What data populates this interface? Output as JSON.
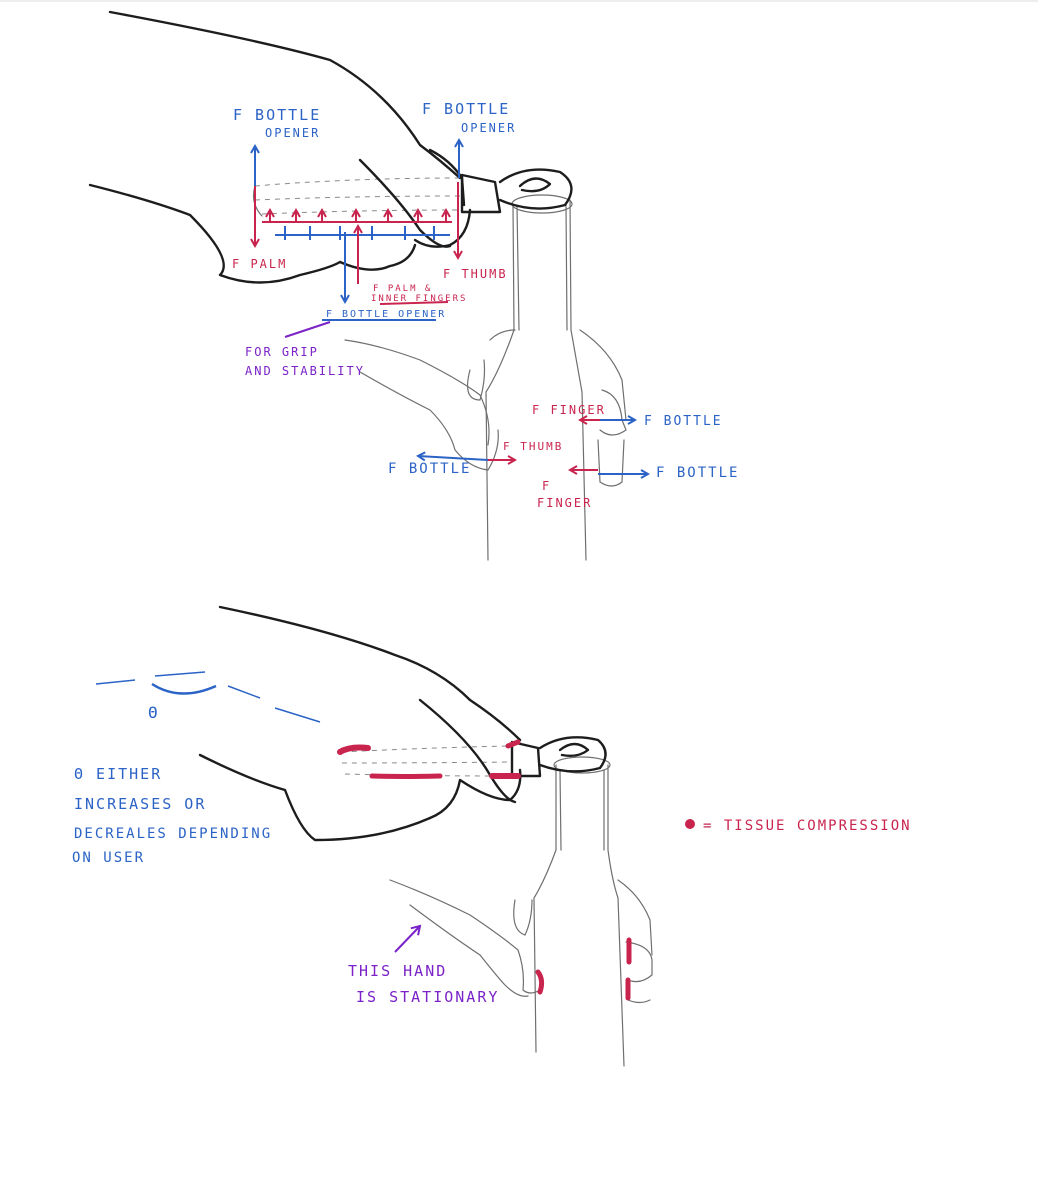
{
  "top": {
    "f_bottle_opener_left": [
      "F BOTTLE",
      "OPENER"
    ],
    "f_bottle_opener_right": [
      "F BOTTLE",
      "OPENER"
    ],
    "f_palm": "F PALM",
    "f_thumb_top": "F THUMB",
    "f_palm_inner": [
      "F PALM &",
      "INNER FINGERS"
    ],
    "f_bottle_opener_bottom": "F BOTTLE OPENER",
    "grip_note": [
      "FOR GRIP",
      "AND STABILITY"
    ],
    "f_finger_upper": "F FINGER",
    "f_bottle_upper": "F BOTTLE",
    "f_thumb_lower": "F THUMB",
    "f_bottle_left": "F BOTTLE",
    "f_finger_lower": [
      "F",
      "FINGER"
    ],
    "f_bottle_lower": "F BOTTLE"
  },
  "bottom": {
    "theta": "Θ",
    "theta_note": [
      "Θ EITHER",
      "INCREASES OR",
      "DECREALES DEPENDING",
      "ON USER"
    ],
    "legend": "= TISSUE COMPRESSION",
    "stationary_note": [
      "THIS HAND",
      "IS STATIONARY"
    ]
  },
  "colors": {
    "force_bottle": "#2b63c6",
    "force_hand": "#c9244e",
    "annotation": "#7b22c8",
    "compression": "#c9244e",
    "sketch": "#1d1d1d"
  }
}
